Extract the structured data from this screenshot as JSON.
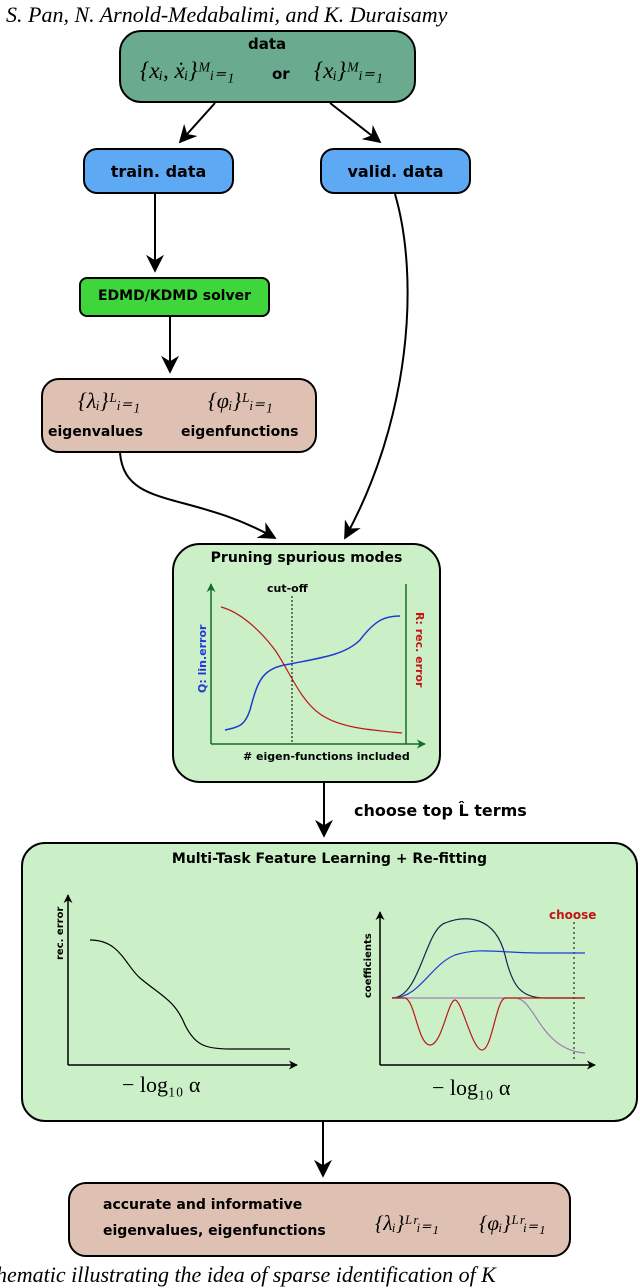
{
  "header": {
    "running_head": "S. Pan, N. Arnold-Medabalimi, and K. Duraisamy"
  },
  "data_box": {
    "title": "data",
    "formula_a": "{xᵢ, ẋᵢ}ᴹᵢ₌₁",
    "connector": "or",
    "formula_b": "{xᵢ}ᴹᵢ₌₁"
  },
  "train_box": {
    "label": "train. data"
  },
  "valid_box": {
    "label": "valid. data"
  },
  "solver_box": {
    "label": "EDMD/KDMD solver"
  },
  "eig_box": {
    "lambda": "{λᵢ}ᴸᵢ₌₁",
    "phi": "{φᵢ}ᴸᵢ₌₁",
    "eigenvalues": "eigenvalues",
    "eigenfunctions": "eigenfunctions"
  },
  "pruning_box": {
    "title": "Pruning spurious modes",
    "cutoff": "cut-off",
    "left_axis": "Q: lin.error",
    "right_axis": "R: rec. error",
    "x_axis": "# eigen-functions included"
  },
  "choose_step": {
    "label": "choose top L̂ terms"
  },
  "mtfl_box": {
    "title": "Multi-Task Feature Learning + Re-fitting",
    "left_ylabel": "rec. error",
    "left_xlabel": "− log₁₀ α",
    "right_ylabel": "coefficients",
    "right_xlabel": "− log₁₀ α",
    "choose": "choose"
  },
  "final_box": {
    "line1": "accurate and informative",
    "line2": "eigenvalues, eigenfunctions",
    "lambda": "{λᵢ}ᴸʳᵢ₌₁",
    "phi": "{φᵢ}ᴸʳᵢ₌₁"
  },
  "footer": {
    "caption_fragment": "hematic illustrating the idea of sparse identification of K"
  },
  "colors": {
    "teal": "#6aaa8e",
    "blue_box": "#5ea9f3",
    "solver_green": "#3ed63a",
    "tan": "#dfc1b4",
    "light_green": "#cbf0c7",
    "line_blue": "#1f3bd6",
    "line_red": "#c01616",
    "line_navy": "#1a2450",
    "line_purple": "#9a7fb4",
    "axis_green": "#156c28"
  }
}
